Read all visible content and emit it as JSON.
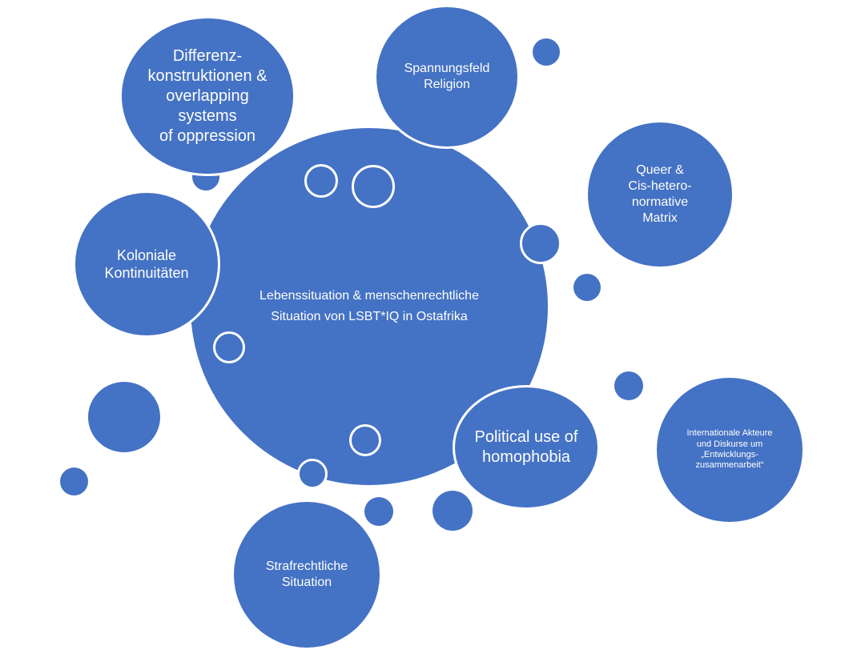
{
  "diagram": {
    "center": {
      "label": "Lebenssituation & menschenrechtliche\nSituation von LSBT*IQ in Ostafrika"
    },
    "topics": [
      {
        "id": "differenz",
        "label": "Differenz-\nkonstruktionen &\noverlapping systems\nof oppression"
      },
      {
        "id": "religion",
        "label": "Spannungsfeld\nReligion"
      },
      {
        "id": "queer",
        "label": "Queer &\nCis-hetero-\nnormative\nMatrix"
      },
      {
        "id": "kolonial",
        "label": "Koloniale\nKontinuitäten"
      },
      {
        "id": "political",
        "label": "Political use of\nhomophobia"
      },
      {
        "id": "international",
        "label": "Internationale Akteure\nund Diskurse um\n„Entwicklungs-\nzusammenarbeit“"
      },
      {
        "id": "strafrecht",
        "label": "Strafrechtliche\nSituation"
      }
    ],
    "colors": {
      "bubble_fill": "#4472c4",
      "outline": "#ffffff",
      "text": "#ffffff"
    }
  }
}
